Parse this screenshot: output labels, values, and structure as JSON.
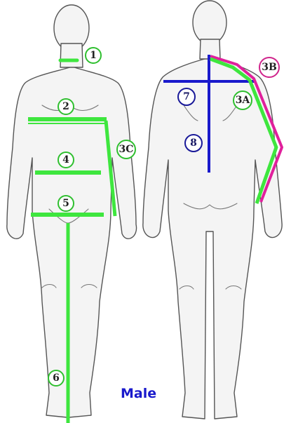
{
  "title": "Male",
  "colors": {
    "front_measure": "#3ee63e",
    "back_length": "#1a1acc",
    "sleeve_outer": "#e0209c",
    "marker_green": "#2fbf2f",
    "marker_blue": "#1a1a99",
    "marker_magenta": "#d0258c",
    "title": "#1a1acc"
  },
  "markers": {
    "m1": "1",
    "m2": "2",
    "m3c": "3C",
    "m4": "4",
    "m5": "5",
    "m6": "6",
    "m7": "7",
    "m8": "8",
    "m3a": "3A",
    "m3b": "3B"
  }
}
